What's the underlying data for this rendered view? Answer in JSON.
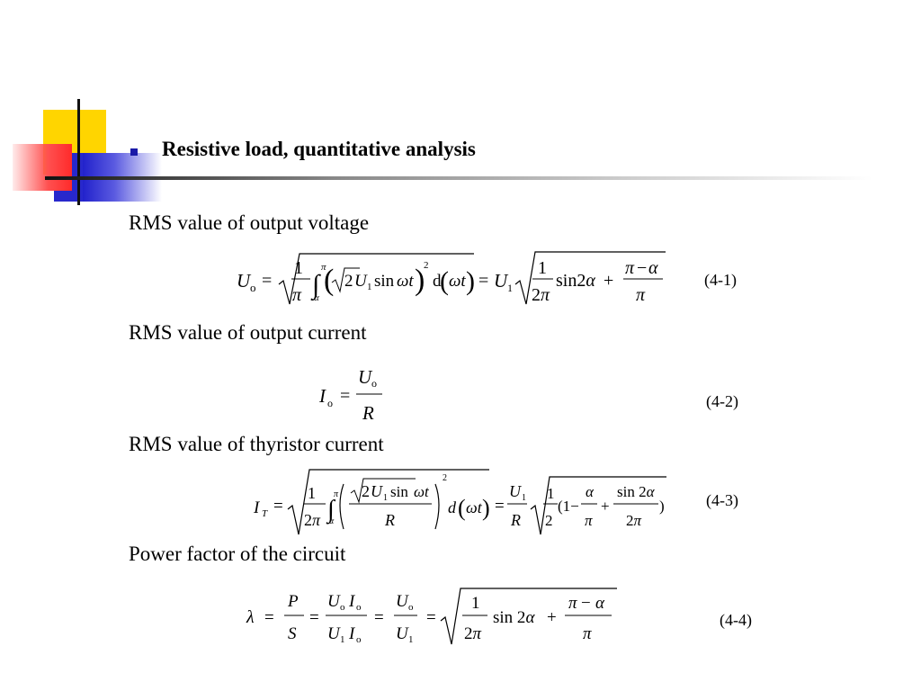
{
  "slide": {
    "title": "Resistive load, quantitative analysis",
    "sections": [
      {
        "label": "RMS value of output voltage",
        "equation_number": "(4-1)"
      },
      {
        "label": "RMS value of output current",
        "equation_number": "(4-2)"
      },
      {
        "label": "RMS value of thyristor current",
        "equation_number": "(4-3)"
      },
      {
        "label": "Power factor of the circuit",
        "equation_number": "(4-4)"
      }
    ]
  }
}
